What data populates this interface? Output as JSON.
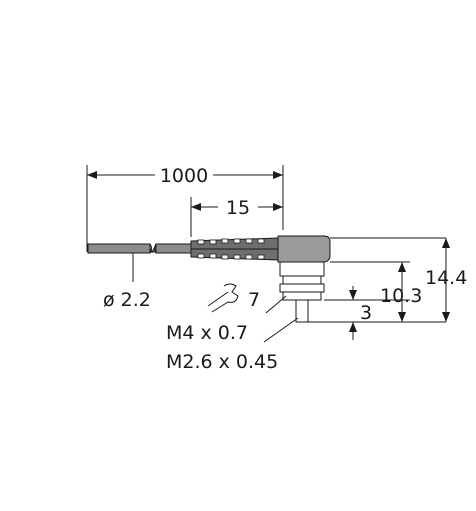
{
  "dimensions": {
    "overall_length": "1000",
    "boot_length": "15",
    "cable_diameter": "ø 2.2",
    "wrench_size": "7",
    "total_height": "14.4",
    "mid_height": "10.3",
    "thread_depth": "3",
    "thread_primary": "M4 x 0.7",
    "thread_secondary": "M2.6 x 0.45"
  },
  "colors": {
    "cable_fill": "#8c8c8c",
    "body_fill": "#9a9a9a",
    "outline": "#1a1a1a",
    "boot_fill": "#6e6e6e"
  }
}
